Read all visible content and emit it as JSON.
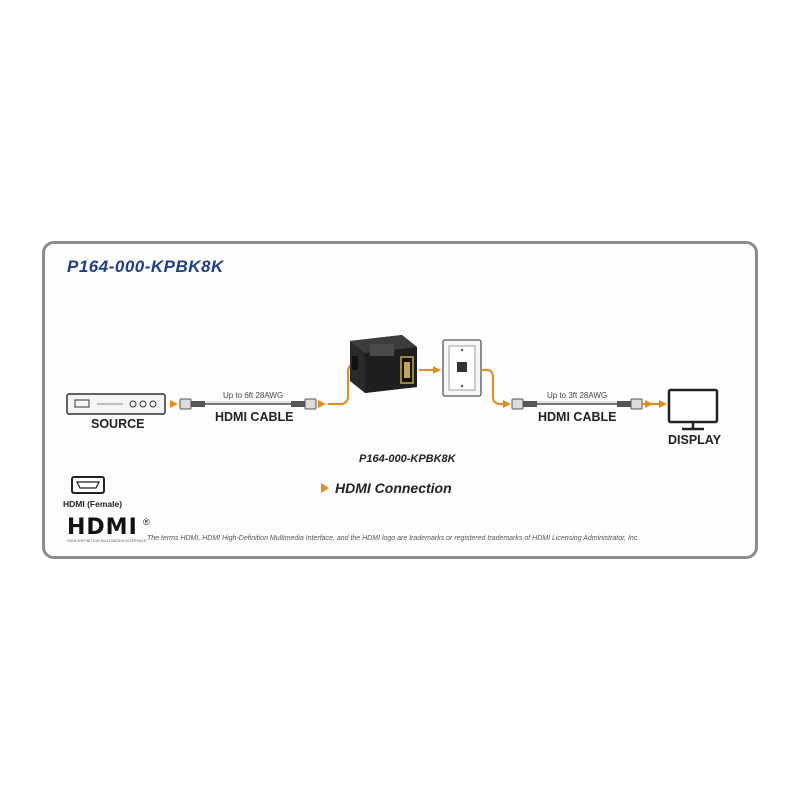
{
  "title": "P164-000-KPBK8K",
  "labels": {
    "source": "SOURCE",
    "cable_left": "HDMI CABLE",
    "cable_left_spec": "Up to 6ft 28AWG",
    "cable_right": "HDMI CABLE",
    "cable_right_spec": "Up to 3ft 28AWG",
    "display": "DISPLAY",
    "center_model": "P164-000-KPBK8K",
    "legend": "HDMI Connection",
    "port_label": "HDMI (Female)"
  },
  "logo": {
    "text": "HDMI",
    "registered": "®",
    "tagline": "HIGH-DEFINITION MULTIMEDIA INTERFACE"
  },
  "disclaimer": "The terms HDMI, HDMI High-Definition Multimedia Interface, and the HDMI logo are trademarks or registered trademarks of HDMI Licensing Administrator, Inc.",
  "colors": {
    "connection": "#e8891c",
    "frame": "#8c8c8c",
    "title": "#1d3f8a"
  },
  "icons": [
    "av-receiver-icon",
    "hdmi-cable-icon",
    "keystone-coupler-icon",
    "wall-plate-icon",
    "monitor-icon",
    "hdmi-port-icon"
  ]
}
